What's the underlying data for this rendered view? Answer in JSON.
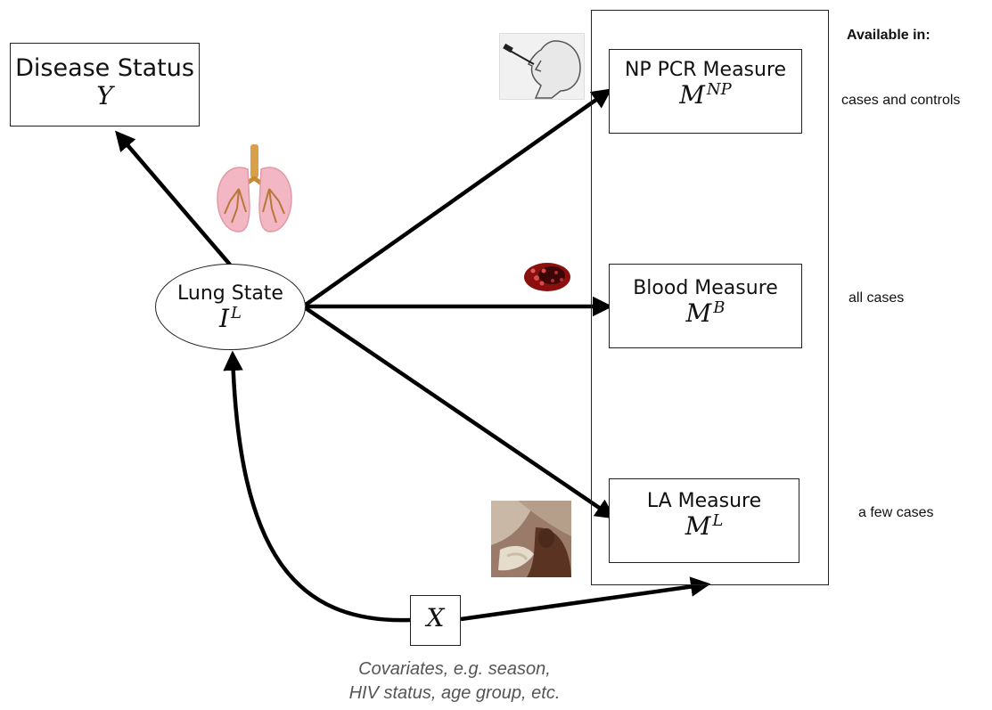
{
  "header": {
    "available_label": "Available in:"
  },
  "nodes": {
    "disease": {
      "label": "Disease Status",
      "symbol": "Y"
    },
    "lung": {
      "label": "Lung State",
      "symbol": "I",
      "sup": "L"
    },
    "np": {
      "label": "NP PCR Measure",
      "symbol": "M",
      "sup": "NP"
    },
    "blood": {
      "label": "Blood Measure",
      "symbol": "M",
      "sup": "B"
    },
    "la": {
      "label": "LA Measure",
      "symbol": "M",
      "sup": "L"
    },
    "x": {
      "symbol": "X"
    }
  },
  "availability": {
    "np": "cases and controls",
    "blood": "all cases",
    "la": "a few cases"
  },
  "caption": {
    "line1": "Covariates, e.g. season,",
    "line2": "HIV status, age group, etc."
  },
  "icons": {
    "lungs": "lungs-icon",
    "np_swab": "nasal-swab-icon",
    "blood": "blood-cell-icon",
    "lung_aspirate": "lung-aspirate-photo-icon"
  }
}
